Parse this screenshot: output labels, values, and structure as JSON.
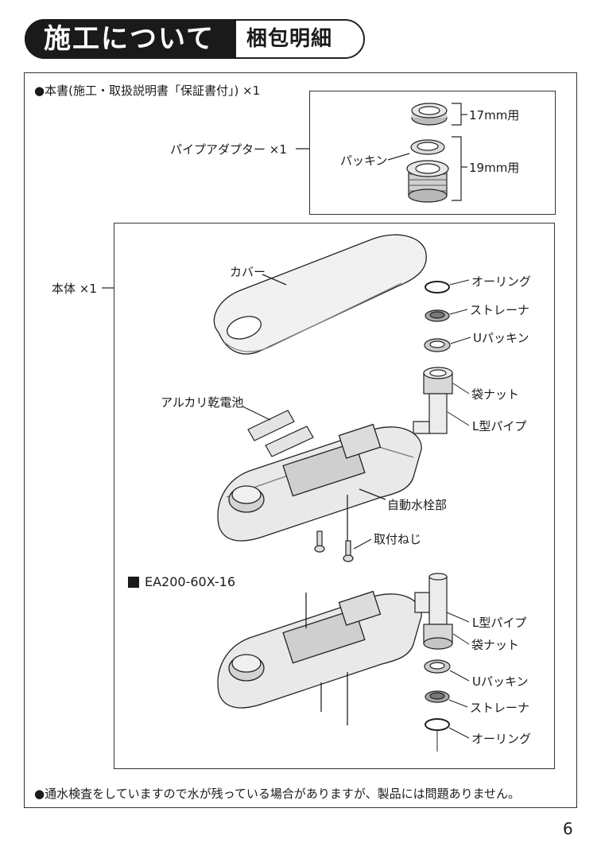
{
  "header": {
    "title": "施工について",
    "subtitle": "梱包明細"
  },
  "contents": {
    "manual": "●本書(施工・取扱説明書「保証書付」) ×1",
    "adapter_label": "パイプアダプター ×1",
    "packing_label": "パッキン",
    "size_17": "17mm用",
    "size_19": "19mm用",
    "body_label": "本体 ×1"
  },
  "parts": {
    "cover": "カバー",
    "o_ring": "オーリング",
    "strainer": "ストレーナ",
    "u_packing": "Uパッキン",
    "bag_nut": "袋ナット",
    "l_pipe": "L型パイプ",
    "battery": "アルカリ乾電池",
    "faucet_unit": "自動水栓部",
    "screw": "取付ねじ"
  },
  "variant": {
    "model": "EA200-60X-16",
    "l_pipe": "L型パイプ",
    "bag_nut": "袋ナット",
    "u_packing": "Uパッキン",
    "strainer": "ストレーナ",
    "o_ring": "オーリング"
  },
  "footer_note": "●通水検査をしていますので水が残っている場合がありますが、製品には問題ありません。",
  "page_number": "6"
}
